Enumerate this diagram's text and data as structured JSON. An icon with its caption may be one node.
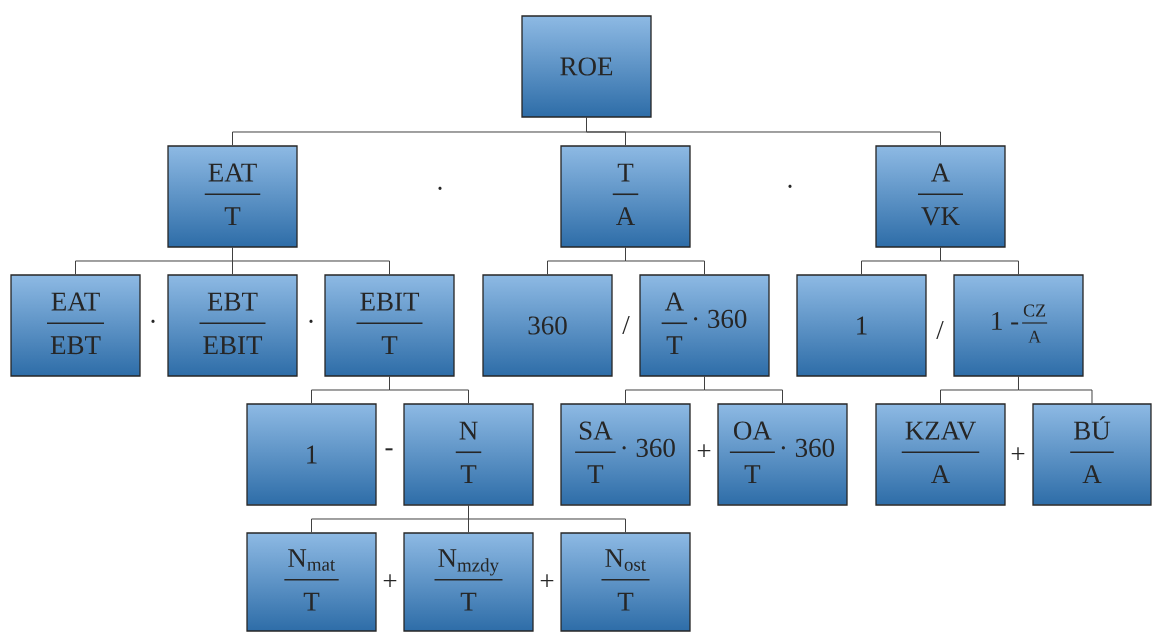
{
  "diagram": {
    "nodes": [
      {
        "text": [
          "ROE"
        ]
      },
      {
        "text": [
          "EAT",
          "T"
        ]
      },
      {
        "text": [
          "T",
          "A"
        ]
      },
      {
        "text": [
          "A",
          "VK"
        ]
      },
      {
        "text": [
          "EAT",
          "EBT"
        ]
      },
      {
        "text": [
          "EBT",
          "EBIT"
        ]
      },
      {
        "text": [
          "EBIT",
          "T"
        ]
      },
      {
        "text": [
          "360"
        ]
      },
      {
        "text": [
          "A",
          "T",
          "· 360"
        ]
      },
      {
        "text": [
          "1"
        ]
      },
      {
        "text": [
          "1 -",
          "CZ",
          "A"
        ]
      },
      {
        "text": [
          "1"
        ]
      },
      {
        "text": [
          "N",
          "T"
        ]
      },
      {
        "text": [
          "SA",
          "T",
          "· 360"
        ]
      },
      {
        "text": [
          "OA",
          "T",
          "· 360"
        ]
      },
      {
        "text": [
          "KZAV",
          "A"
        ]
      },
      {
        "text": [
          "BÚ",
          "A"
        ]
      },
      {
        "text": [
          "N$_{mat}$",
          "T"
        ]
      },
      {
        "text": [
          "N$_{mzdy}$",
          "T"
        ]
      },
      {
        "text": [
          "N$_{ost}$",
          "T"
        ]
      }
    ],
    "edges": [
      {
        "from": 0,
        "to": 1,
        "arrow": "none"
      },
      {
        "from": 0,
        "to": 2,
        "arrow": "none"
      },
      {
        "from": 0,
        "to": 3,
        "arrow": "none"
      },
      {
        "from": 1,
        "to": 4,
        "arrow": "none"
      },
      {
        "from": 1,
        "to": 5,
        "arrow": "none"
      },
      {
        "from": 1,
        "to": 6,
        "arrow": "none"
      },
      {
        "from": 2,
        "to": 7,
        "arrow": "none"
      },
      {
        "from": 2,
        "to": 8,
        "arrow": "none"
      },
      {
        "from": 3,
        "to": 9,
        "arrow": "none"
      },
      {
        "from": 3,
        "to": 10,
        "arrow": "none"
      },
      {
        "from": 6,
        "to": 11,
        "arrow": "none"
      },
      {
        "from": 6,
        "to": 12,
        "arrow": "none"
      },
      {
        "from": 8,
        "to": 13,
        "arrow": "none"
      },
      {
        "from": 8,
        "to": 14,
        "arrow": "none"
      },
      {
        "from": 10,
        "to": 15,
        "arrow": "none"
      },
      {
        "from": 10,
        "to": 16,
        "arrow": "none"
      },
      {
        "from": 12,
        "to": 17,
        "arrow": "none"
      },
      {
        "from": 12,
        "to": 18,
        "arrow": "none"
      },
      {
        "from": 12,
        "to": 19,
        "arrow": "none"
      }
    ],
    "labels": [
      "·",
      "·",
      "·",
      "·",
      "/",
      "/",
      "-",
      "+",
      "+",
      "+",
      "+"
    ]
  }
}
